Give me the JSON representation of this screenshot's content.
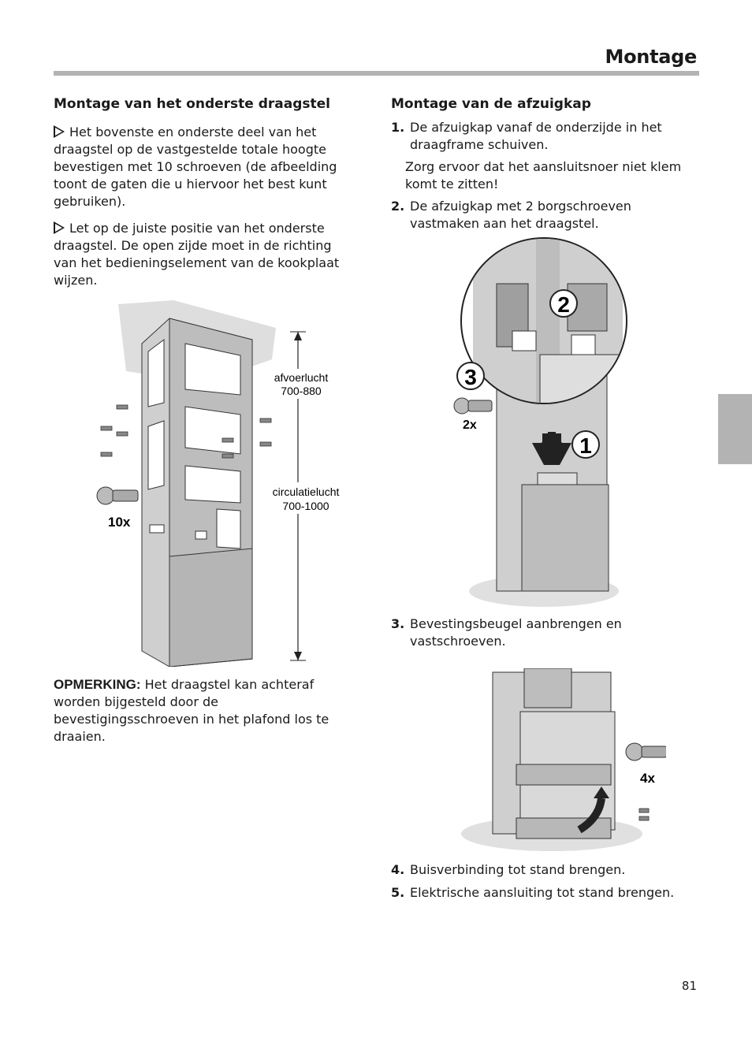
{
  "header": {
    "title": "Montage"
  },
  "left": {
    "heading": "Montage van het onderste draagstel",
    "para1": "Het bovenste en onderste deel van het draagstel op de vastgestelde totale hoogte bevestigen met 10 schroeven (de afbeelding toont de gaten die u hiervoor het best kunt gebruiken).",
    "para2": "Let op de juiste positie van het onderste draagstel. De open zijde moet in de richting van het bedieningselement van de kookplaat wijzen.",
    "figure": {
      "label_exhaust": "afvoerlucht",
      "range_exhaust": "700-880",
      "label_recirc": "circulatielucht",
      "range_recirc": "700-1000",
      "screw_count": "10x"
    },
    "note_label": "OPMERKING:",
    "note_text": "Het draagstel kan achteraf worden bijgesteld door de bevestigingsschroeven in het plafond los te draaien."
  },
  "right": {
    "heading": "Montage van de afzuigkap",
    "steps": [
      {
        "num": "1.",
        "text": "De afzuigkap vanaf de onderzijde in het draagframe schuiven."
      },
      {
        "num": "",
        "text": "Zorg ervoor dat het aansluitsnoer niet klem komt te zitten!"
      },
      {
        "num": "2.",
        "text": "De afzuigkap met 2 borgschroeven vastmaken aan het draagstel."
      },
      {
        "num": "3.",
        "text": "Bevestingsbeugel aanbrengen en vastschroeven."
      },
      {
        "num": "4.",
        "text": "Buisverbinding tot stand brengen."
      },
      {
        "num": "5.",
        "text": "Elektrische aansluiting tot stand brengen."
      }
    ],
    "figure1": {
      "callout_1": "1",
      "callout_2": "2",
      "callout_3": "3",
      "screw_count": "2x"
    },
    "figure2": {
      "screw_count": "4x"
    }
  },
  "footer": {
    "page_number": "81"
  }
}
